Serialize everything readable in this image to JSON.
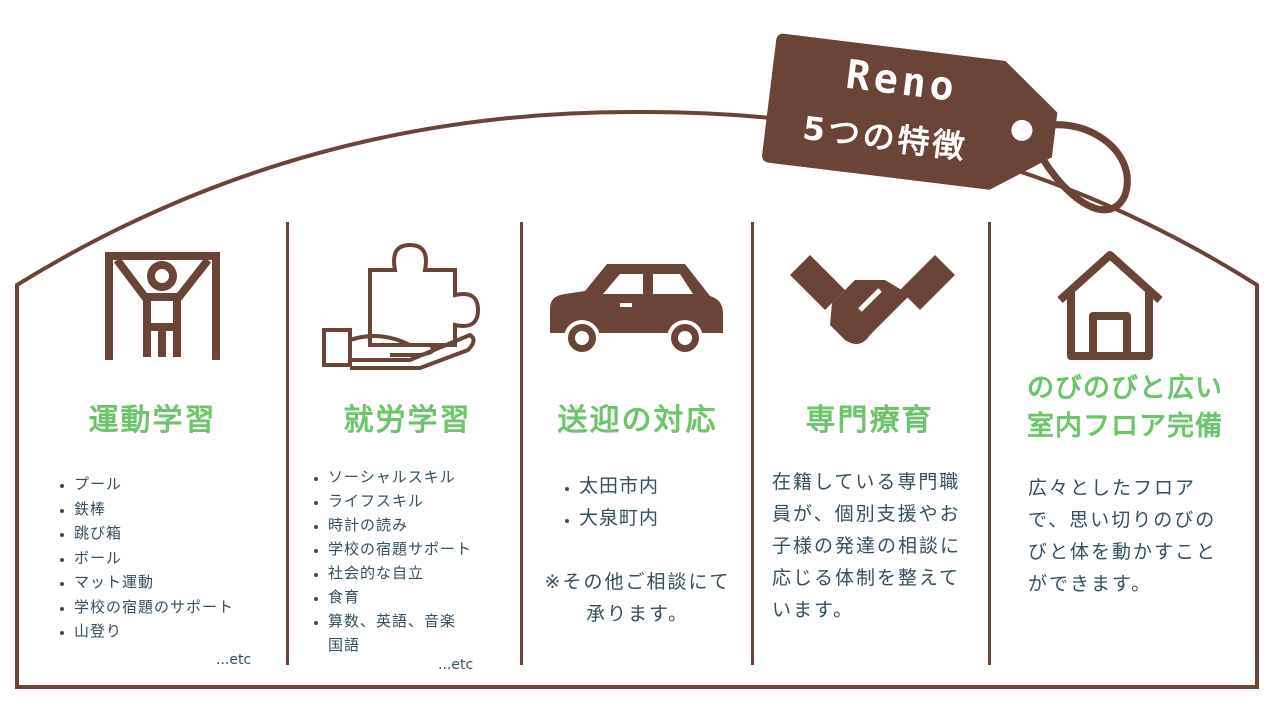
{
  "tag": {
    "line1": "Reno",
    "line2": "5つの特徴"
  },
  "features": [
    {
      "title": "運動学習",
      "items": [
        "プール",
        "鉄棒",
        "跳び箱",
        "ボール",
        "マット運動",
        "学校の宿題のサポート",
        "山登り"
      ],
      "etc": "...etc"
    },
    {
      "title": "就労学習",
      "items": [
        "ソーシャルスキル",
        "ライフスキル",
        "時計の読み",
        "学校の宿題サポート",
        "社会的な自立",
        "食育",
        "算数、英語、音楽 国語"
      ],
      "etc": "...etc"
    },
    {
      "title": "送迎の対応",
      "items": [
        "太田市内",
        "大泉町内"
      ],
      "note": "※その他ご相談にて承ります。"
    },
    {
      "title": "専門療育",
      "text": "在籍している専門職員が、個別支援やお子様の発達の相談に応じる体制を整えています。"
    },
    {
      "title_line1": "のびのびと広い",
      "title_line2": "室内フロア完備",
      "text": "広々としたフロアで、思い切りのびのびと体を動かすことができます。"
    }
  ],
  "colors": {
    "brown": "#6b4438",
    "green": "#6cc56a",
    "text": "#34505f"
  }
}
